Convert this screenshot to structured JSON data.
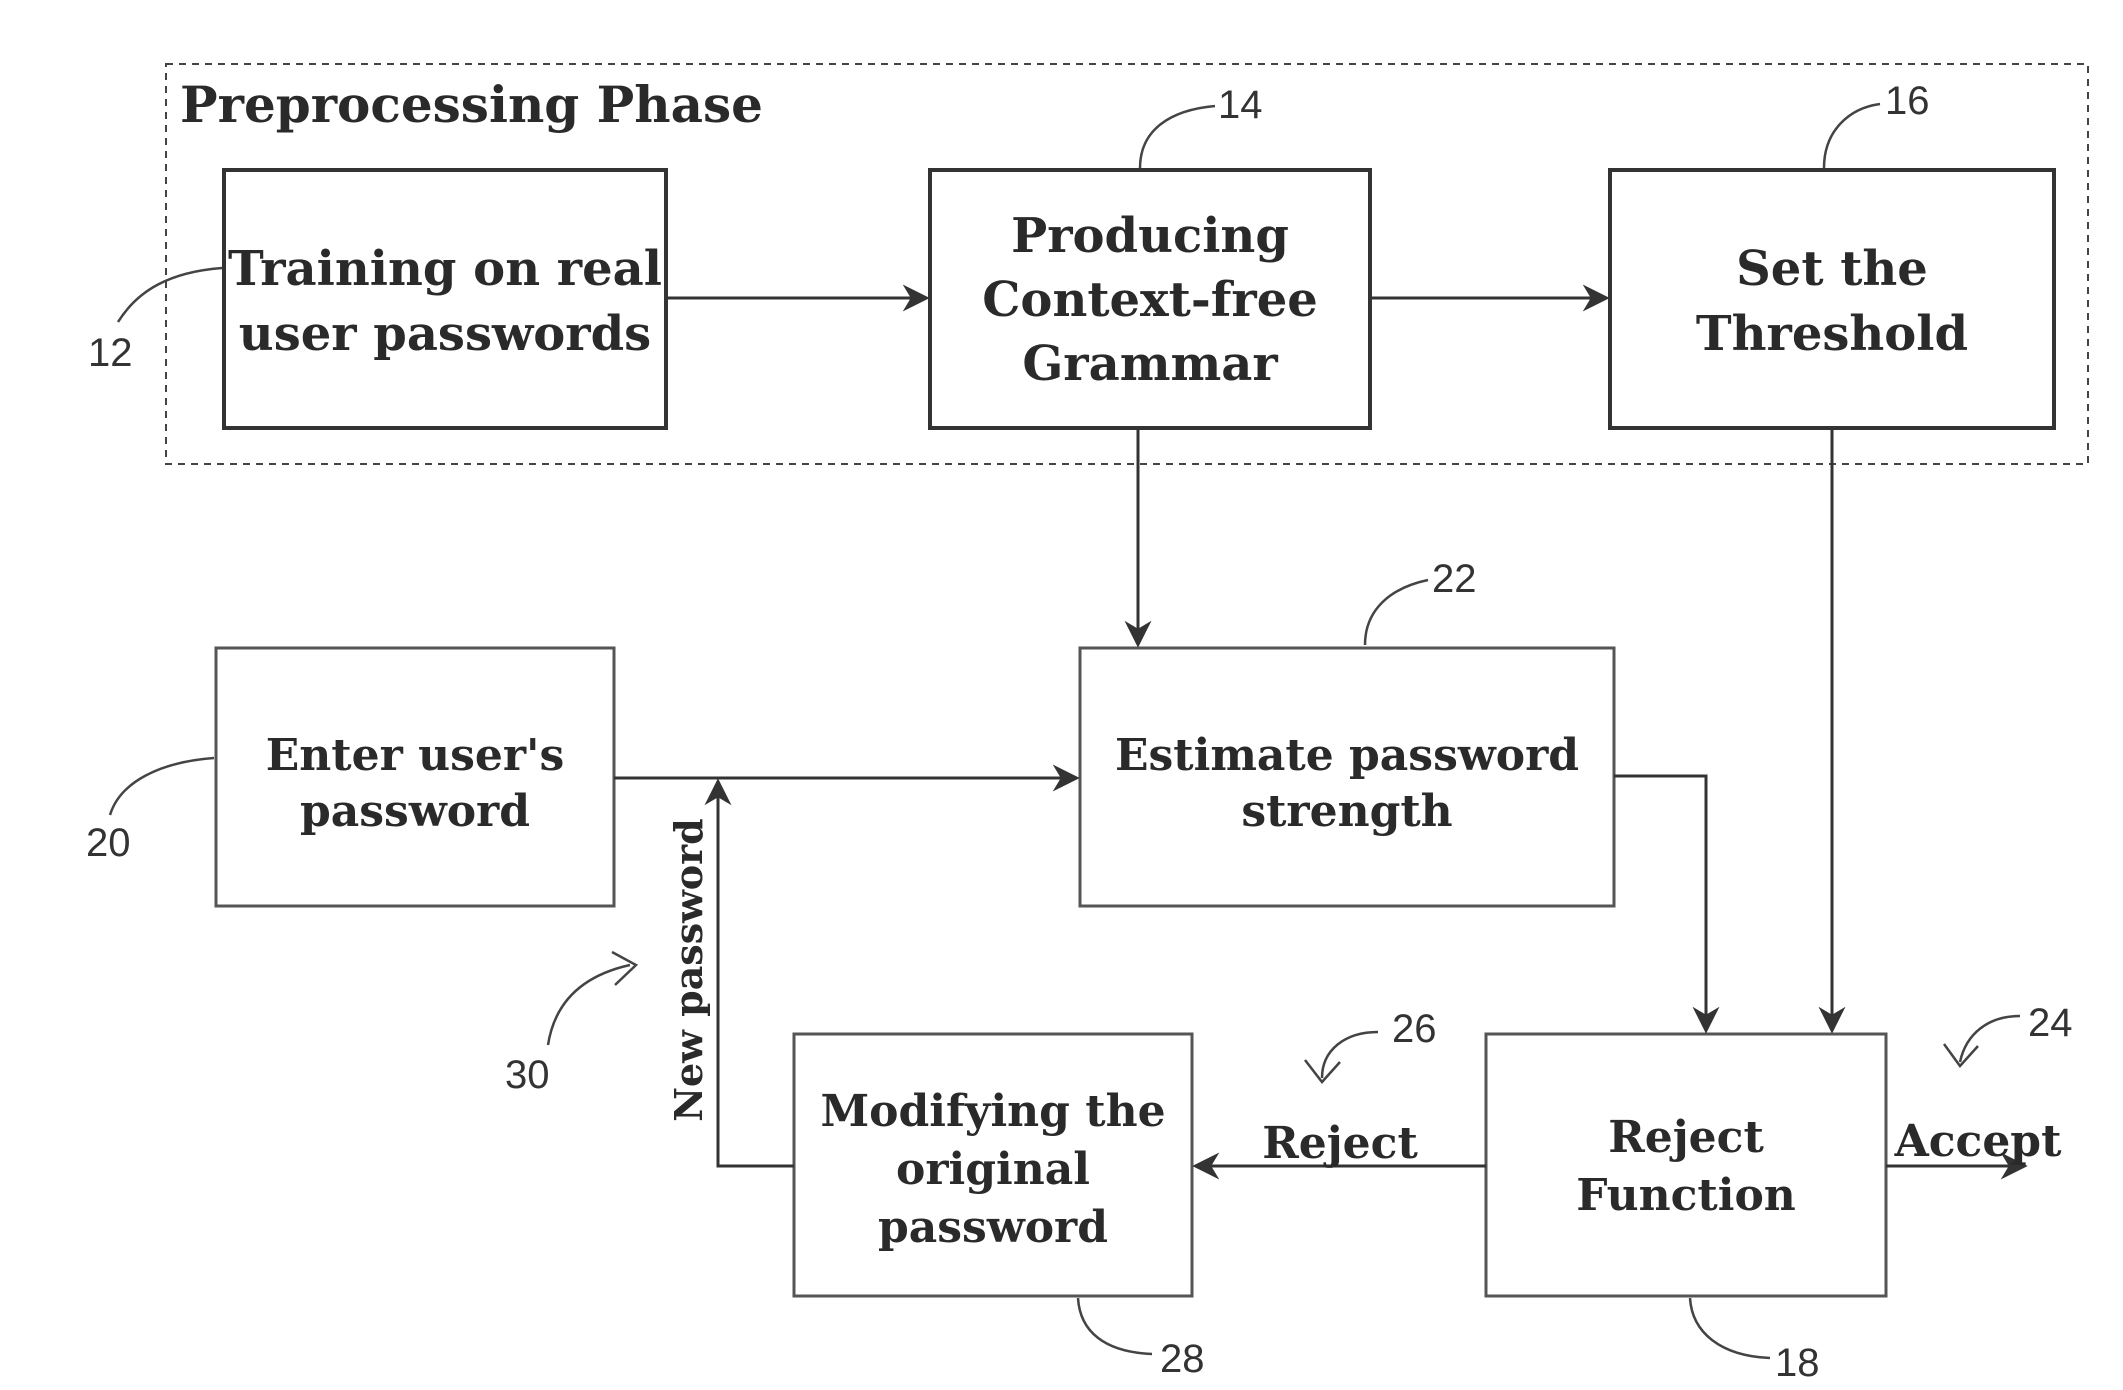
{
  "phase": {
    "title": "Preprocessing Phase"
  },
  "nodes": {
    "training": {
      "lines": [
        "Training on real",
        "user passwords"
      ],
      "ref": "12"
    },
    "grammar": {
      "lines": [
        "Producing",
        "Context-free",
        "Grammar"
      ],
      "ref": "14"
    },
    "threshold": {
      "lines": [
        "Set the",
        "Threshold"
      ],
      "ref": "16"
    },
    "enter": {
      "lines": [
        "Enter user's",
        "password"
      ],
      "ref": "20"
    },
    "estimate": {
      "lines": [
        "Estimate password",
        "strength"
      ],
      "ref": "22"
    },
    "modify": {
      "lines": [
        "Modifying the",
        "original",
        "password"
      ],
      "ref": "28"
    },
    "reject_fn": {
      "lines": [
        "Reject",
        "Function"
      ],
      "ref": "18"
    }
  },
  "edges": {
    "reject": {
      "label": "Reject",
      "ref": "26"
    },
    "accept": {
      "label": "Accept",
      "ref": "24"
    },
    "new_password": {
      "label": "New password",
      "ref": "30"
    }
  }
}
